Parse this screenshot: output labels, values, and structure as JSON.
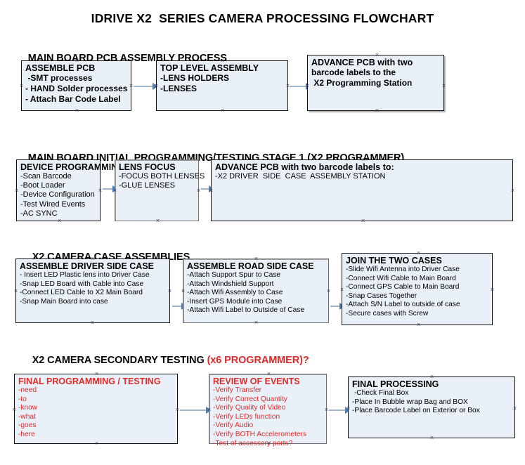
{
  "title": "IDRIVE X2  SERIES CAMERA PROCESSING FLOWCHART",
  "sections": [
    {
      "head_main": "MAIN BOARD PCB ASSEMBLY PROCESS",
      "head_accent": ""
    },
    {
      "head_main": "MAIN BOARD INITIAL PROGRAMMING/TESTING STAGE 1 (X2 PROGRAMMER)",
      "head_accent": ""
    },
    {
      "head_main": "X2 CAMERA CASE ASSEMBLIES",
      "head_accent": ""
    },
    {
      "head_main": "X2 CAMERA SECONDARY TESTING ",
      "head_accent": "(x6 PROGRAMMER)?"
    }
  ],
  "boxes": {
    "assemble_pcb": {
      "title": "ASSEMBLE PCB",
      "lines": [
        " -SMT processes",
        "- HAND Solder processes",
        "- Attach Bar Code Label"
      ]
    },
    "top_level_assembly": {
      "title": "TOP LEVEL ASSEMBLY",
      "lines": [
        "-LENS HOLDERS",
        "-LENSES"
      ]
    },
    "advance_pcb_1": {
      "title": "ADVANCE PCB with two",
      "lines": [
        "barcode labels to the",
        " X2 Programming Station"
      ]
    },
    "device_programming": {
      "title": "DEVICE PROGRAMMING",
      "lines": [
        "-Scan Barcode",
        "-Boot Loader",
        "-Device Configuration",
        "-Test Wired Events",
        "-AC SYNC"
      ]
    },
    "lens_focus": {
      "title": "LENS FOCUS",
      "lines": [
        "-FOCUS BOTH LENSES",
        "-GLUE LENSES"
      ]
    },
    "advance_pcb_2": {
      "title": "ADVANCE PCB with two barcode labels to:",
      "lines": [
        "-X2 DRIVER  SIDE  CASE  ASSEMBLY STATION"
      ]
    },
    "driver_side_case": {
      "title": "ASSEMBLE DRIVER SIDE CASE",
      "lines": [
        "- Insert LED Plastic lens into Driver Case",
        "-Snap LED Board with Cable into Case",
        "-Connect LED Cable to X2 Main Board",
        "-Snap Main Board into case"
      ]
    },
    "road_side_case": {
      "title": "ASSEMBLE ROAD SIDE CASE",
      "lines": [
        "-Attach Support Spur to Case",
        "-Attach Windshield Support",
        "-Attach Wifi Assembly to Case",
        "-Insert GPS Module into Case",
        "-Attach Wifi Label to Outside of Case"
      ]
    },
    "join_two_cases": {
      "title": "JOIN THE TWO CASES",
      "lines": [
        "-Slide Wifi Antenna into Driver Case",
        "-Connect Wifi Cable to Main Board",
        "-Connect GPS Cable to Main Board",
        "-Snap Cases Together",
        "-Attach S/N Label to outside of case",
        "-Secure cases with Screw"
      ]
    },
    "final_programming": {
      "title": "FINAL PROGRAMMING / TESTING",
      "lines": [
        "-need",
        "-to",
        "-know",
        "-what",
        "-goes",
        "-here"
      ]
    },
    "review_of_events": {
      "title": "REVIEW OF EVENTS",
      "lines": [
        "-Verify Transfer",
        "-Verify Correct Quantity",
        "-Verify Quality of Video",
        "-Verify LEDs function",
        "-Verify Audio",
        "-Verify BOTH Accelerometers",
        "-Test of accessory ports?"
      ]
    },
    "final_processing": {
      "title": "FINAL PROCESSING",
      "lines": [
        " -Check Final Box",
        "-Place In Bubble wrap Bag and BOX",
        "-Place Barcode Label on Exterior or Box"
      ]
    }
  },
  "colors": {
    "box_fill": "#eaf0f8",
    "box_border": "#101010",
    "box_border_thick": "#7b7b7b",
    "accent_red": "#d92b2b",
    "arrow_line": "#9fb4cc",
    "arrow_head": "#4a7ebb",
    "text": "#000000"
  }
}
